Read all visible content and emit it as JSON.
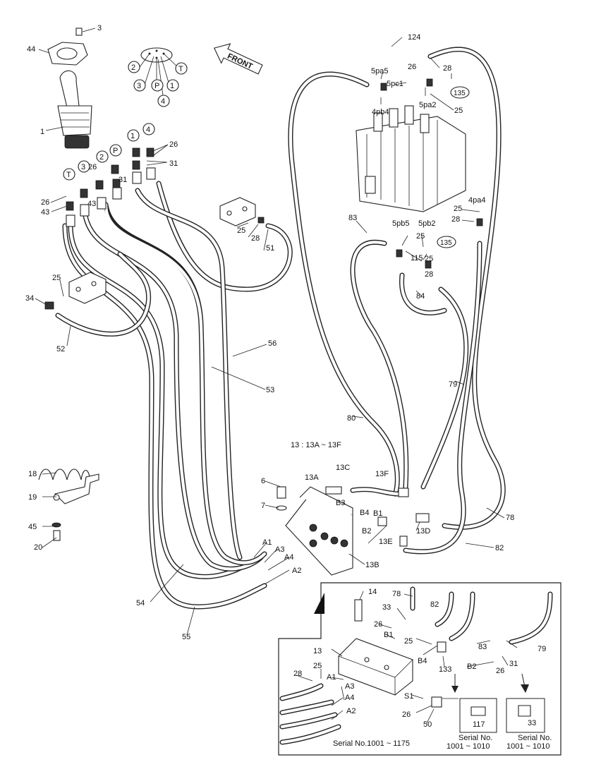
{
  "front_label": "FRONT",
  "group_note": "13 : 13A ~ 13F",
  "inset_serial": "Serial No.1001 ~ 1175",
  "serial_boxes": [
    {
      "part": "117",
      "line1": "Serial No.",
      "line2": "1001 ~ 1010"
    },
    {
      "part": "33",
      "line1": "Serial No.",
      "line2": "1001 ~ 1010"
    }
  ],
  "circled_ports": [
    "2",
    "T",
    "3",
    "P",
    "1",
    "4",
    "1",
    "4",
    "2",
    "P",
    "3",
    "T"
  ],
  "circled_refs": [
    "135",
    "135"
  ],
  "labels": {
    "p3": "3",
    "p44": "44",
    "p1": "1",
    "p26a": "26",
    "p31a": "31",
    "p26b": "26",
    "p31b": "31",
    "p26c": "26",
    "p43a": "43",
    "p43b": "43",
    "p25a": "25",
    "p28a": "28",
    "p51": "51",
    "p25b": "25",
    "p34": "34",
    "p52": "52",
    "p56": "56",
    "p53": "53",
    "p18": "18",
    "p19": "19",
    "p45": "45",
    "p20": "20",
    "p6": "6",
    "p7": "7",
    "p13a": "13A",
    "p13c": "13C",
    "p13f": "13F",
    "b3": "B3",
    "b4": "B4",
    "b1": "B1",
    "b2": "B2",
    "a1": "A1",
    "a3": "A3",
    "a4": "A4",
    "a2": "A2",
    "p13b": "13B",
    "p13e": "13E",
    "p13d": "13D",
    "p54": "54",
    "p55": "55",
    "p78": "78",
    "p82": "82",
    "p79": "79",
    "p80": "80",
    "p83": "83",
    "p84": "84",
    "p115": "115",
    "p124": "124",
    "p5pa5": "5pa5",
    "p5pc1": "5pc1",
    "p26d": "26",
    "p28b": "28",
    "p5pa2": "5pa2",
    "p25c": "25",
    "p4pb4": "4pb4",
    "p4pa4": "4pa4",
    "p25d": "25",
    "p28c": "28",
    "p5pb5": "5pb5",
    "p5pb2": "5pb2",
    "p25e": "25",
    "p25f": "25",
    "p28d": "28",
    "i14": "14",
    "i78": "78",
    "i82": "82",
    "i33": "33",
    "i26a": "26",
    "ib1": "B1",
    "i25a": "25",
    "i83": "83",
    "i79": "79",
    "i13": "13",
    "ib4": "B4",
    "i133": "133",
    "ib2": "B2",
    "i31": "31",
    "i26b": "26",
    "i28": "28",
    "i25b": "25",
    "ia1": "A1",
    "ia3": "A3",
    "ia4": "A4",
    "ia2": "A2",
    "is1": "S1",
    "i26c": "26",
    "i50": "50"
  }
}
